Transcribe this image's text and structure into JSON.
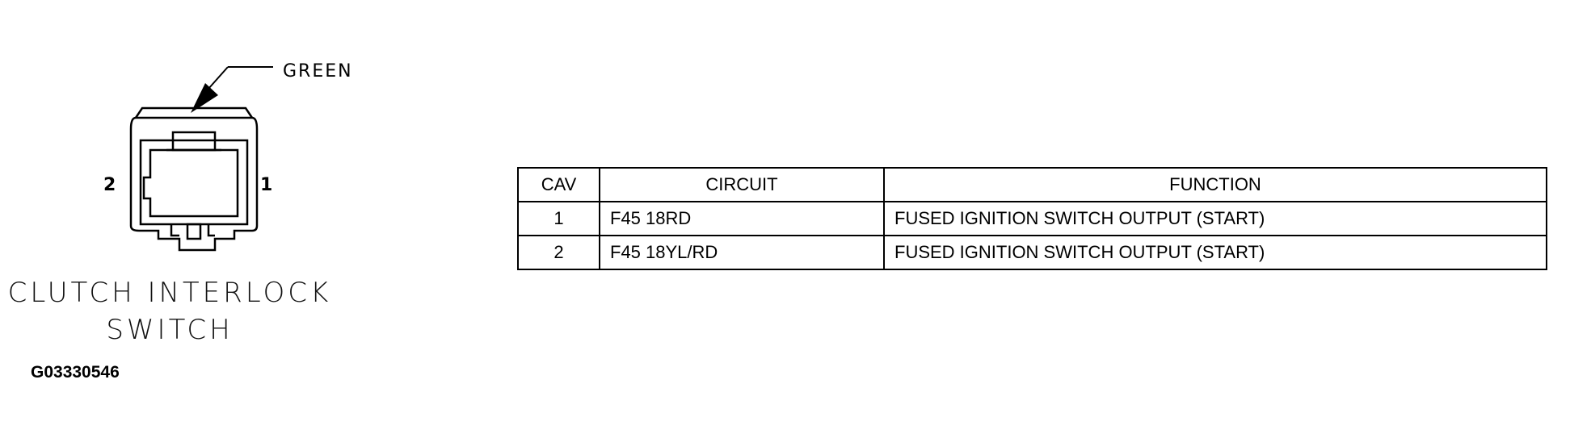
{
  "connector": {
    "color_label": "GREEN",
    "pin_left": "2",
    "pin_right": "1",
    "title_line1": "CLUTCH INTERLOCK",
    "title_line2": "SWITCH"
  },
  "figure_id": "G03330546",
  "table": {
    "headers": [
      "CAV",
      "CIRCUIT",
      "FUNCTION"
    ],
    "rows": [
      {
        "cav": "1",
        "circuit": "F45 18RD",
        "function": "FUSED IGNITION SWITCH OUTPUT (START)"
      },
      {
        "cav": "2",
        "circuit": "F45 18YL/RD",
        "function": "FUSED IGNITION SWITCH OUTPUT (START)"
      }
    ]
  }
}
